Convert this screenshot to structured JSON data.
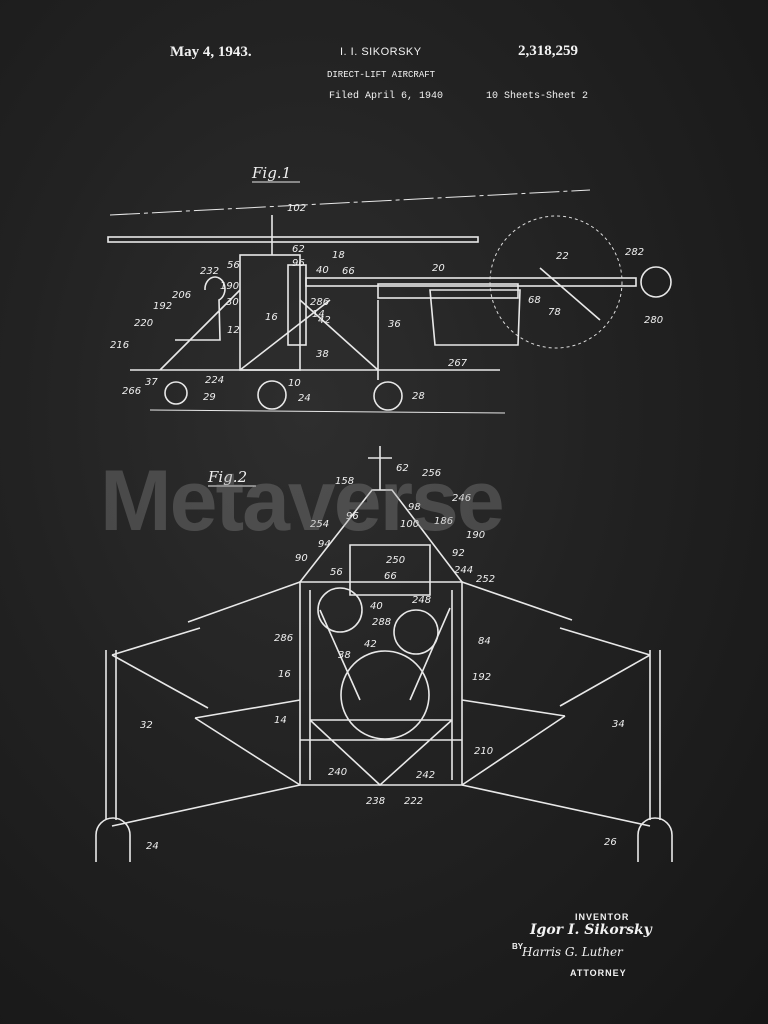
{
  "header": {
    "date": "May 4, 1943.",
    "inventor_short": "I. I. SIKORSKY",
    "patent_number": "2,318,259",
    "title": "DIRECT-LIFT AIRCRAFT",
    "filed": "Filed April 6, 1940",
    "sheets": "10 Sheets-Sheet 2"
  },
  "watermark": "Metaverse",
  "fig1": {
    "label": "Fig.1",
    "refs": [
      "102",
      "62",
      "96",
      "18",
      "40",
      "66",
      "56",
      "232",
      "190",
      "206",
      "30",
      "192",
      "12",
      "16",
      "286",
      "14",
      "42",
      "220",
      "36",
      "216",
      "38",
      "37",
      "224",
      "266",
      "10",
      "29",
      "24",
      "28",
      "20",
      "22",
      "282",
      "68",
      "78",
      "280",
      "267"
    ]
  },
  "fig2": {
    "label": "Fig.2",
    "refs": [
      "62",
      "256",
      "158",
      "246",
      "98",
      "96",
      "186",
      "254",
      "100",
      "94",
      "190",
      "90",
      "92",
      "56",
      "250",
      "66",
      "244",
      "252",
      "40",
      "248",
      "288",
      "286",
      "42",
      "84",
      "38",
      "16",
      "192",
      "14",
      "32",
      "34",
      "210",
      "240",
      "242",
      "238",
      "222",
      "24",
      "26"
    ]
  },
  "signature": {
    "inventor_label": "INVENTOR",
    "inventor_name": "Igor I. Sikorsky",
    "by": "BY",
    "attorney_name": "Harris G. Luther",
    "attorney_label": "ATTORNEY"
  }
}
